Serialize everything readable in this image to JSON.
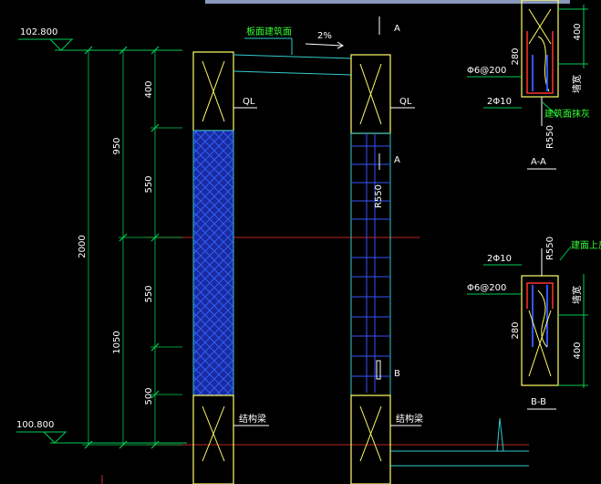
{
  "colors": {
    "background": "#000000",
    "frame": "#ffff66",
    "dim": "#00cc55",
    "text_white": "#ffffff",
    "text_green": "#33ff33",
    "blue": "#3355ff",
    "cyan": "#33cccc",
    "red": "#ff3333",
    "hatch": "#3366ff"
  },
  "elevations": {
    "top": "102.800",
    "bottom": "100.800"
  },
  "dimensions": {
    "total": "2000",
    "upper": "950",
    "lower": "1050",
    "seg_400": "400",
    "seg_550a": "550",
    "seg_550b": "550",
    "seg_500": "500",
    "r550": "R550"
  },
  "labels": {
    "slab_top": "板面建筑面",
    "slope": "2%",
    "ql_left": "QL",
    "ql_right": "QL",
    "struct_left": "结构梁",
    "struct_right": "结构梁",
    "marker_a_top": "A",
    "marker_a_mid": "A",
    "marker_b": "B"
  },
  "section_aa": {
    "title": "A-A",
    "stirrup": "Φ6@200",
    "bars": "2Φ10",
    "r550": "R550",
    "dim_280": "280",
    "dim_400": "400",
    "wall": "墙宽",
    "note": "建筑面抹灰"
  },
  "section_bb": {
    "title": "B-B",
    "stirrup": "Φ6@200",
    "bars": "2Φ10",
    "r550": "R550",
    "dim_280": "280",
    "dim_400": "400",
    "wall": "墙宽",
    "note": "建面上反梁"
  }
}
